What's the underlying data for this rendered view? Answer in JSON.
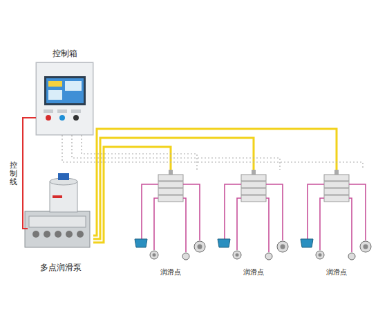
{
  "diagram": {
    "nodes": [
      {
        "text": [
          "控制箱"
        ]
      },
      {
        "text": [
          "多点润滑泵"
        ]
      },
      {
        "text": [
          "润滑点"
        ]
      },
      {
        "text": [
          "润滑点"
        ]
      },
      {
        "text": [
          "润滑点"
        ]
      }
    ],
    "edges": [
      {
        "from": 0,
        "to": 1,
        "label": "控制线",
        "arrow": "none"
      },
      {
        "from": 1,
        "to": 2,
        "arrow": "none"
      },
      {
        "from": 1,
        "to": 3,
        "arrow": "none"
      },
      {
        "from": 1,
        "to": 4,
        "arrow": "none"
      },
      {
        "from": 0,
        "to": 2,
        "arrow": "none"
      },
      {
        "from": 0,
        "to": 3,
        "arrow": "none"
      },
      {
        "from": 0,
        "to": 4,
        "arrow": "none"
      }
    ]
  }
}
